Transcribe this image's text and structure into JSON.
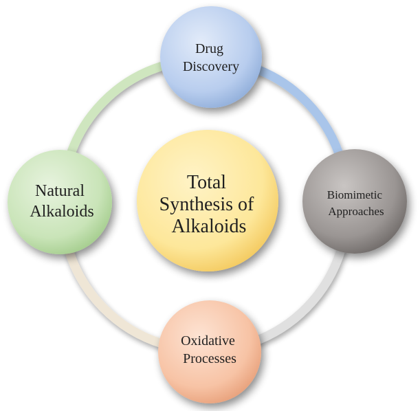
{
  "diagram": {
    "center": {
      "lines": [
        "Total",
        "Synthesis  of",
        "Alkaloids"
      ],
      "fill": "#fde79a",
      "edge": "#f3c85c"
    },
    "nodes": [
      {
        "key": "top",
        "lines": [
          "Drug",
          "Discovery"
        ],
        "fill": "#b8cdee",
        "edge": "#8fadd9"
      },
      {
        "key": "right",
        "lines": [
          "Biomimetic",
          "Approaches"
        ],
        "fill": "#9a9593",
        "edge": "#6e6967"
      },
      {
        "key": "bottom",
        "lines": [
          "Oxidative",
          "Processes"
        ],
        "fill": "#f7c3a5",
        "edge": "#e79f79"
      },
      {
        "key": "left",
        "lines": [
          "Natural",
          "Alkaloids"
        ],
        "fill": "#c9e4b8",
        "edge": "#a3cc8c"
      }
    ],
    "ring_colors": {
      "top_right": "#a9c5ea",
      "right_bottom": "#e0e0e0",
      "bottom_left": "#efe6d6",
      "left_top": "#cfe6bf"
    }
  }
}
